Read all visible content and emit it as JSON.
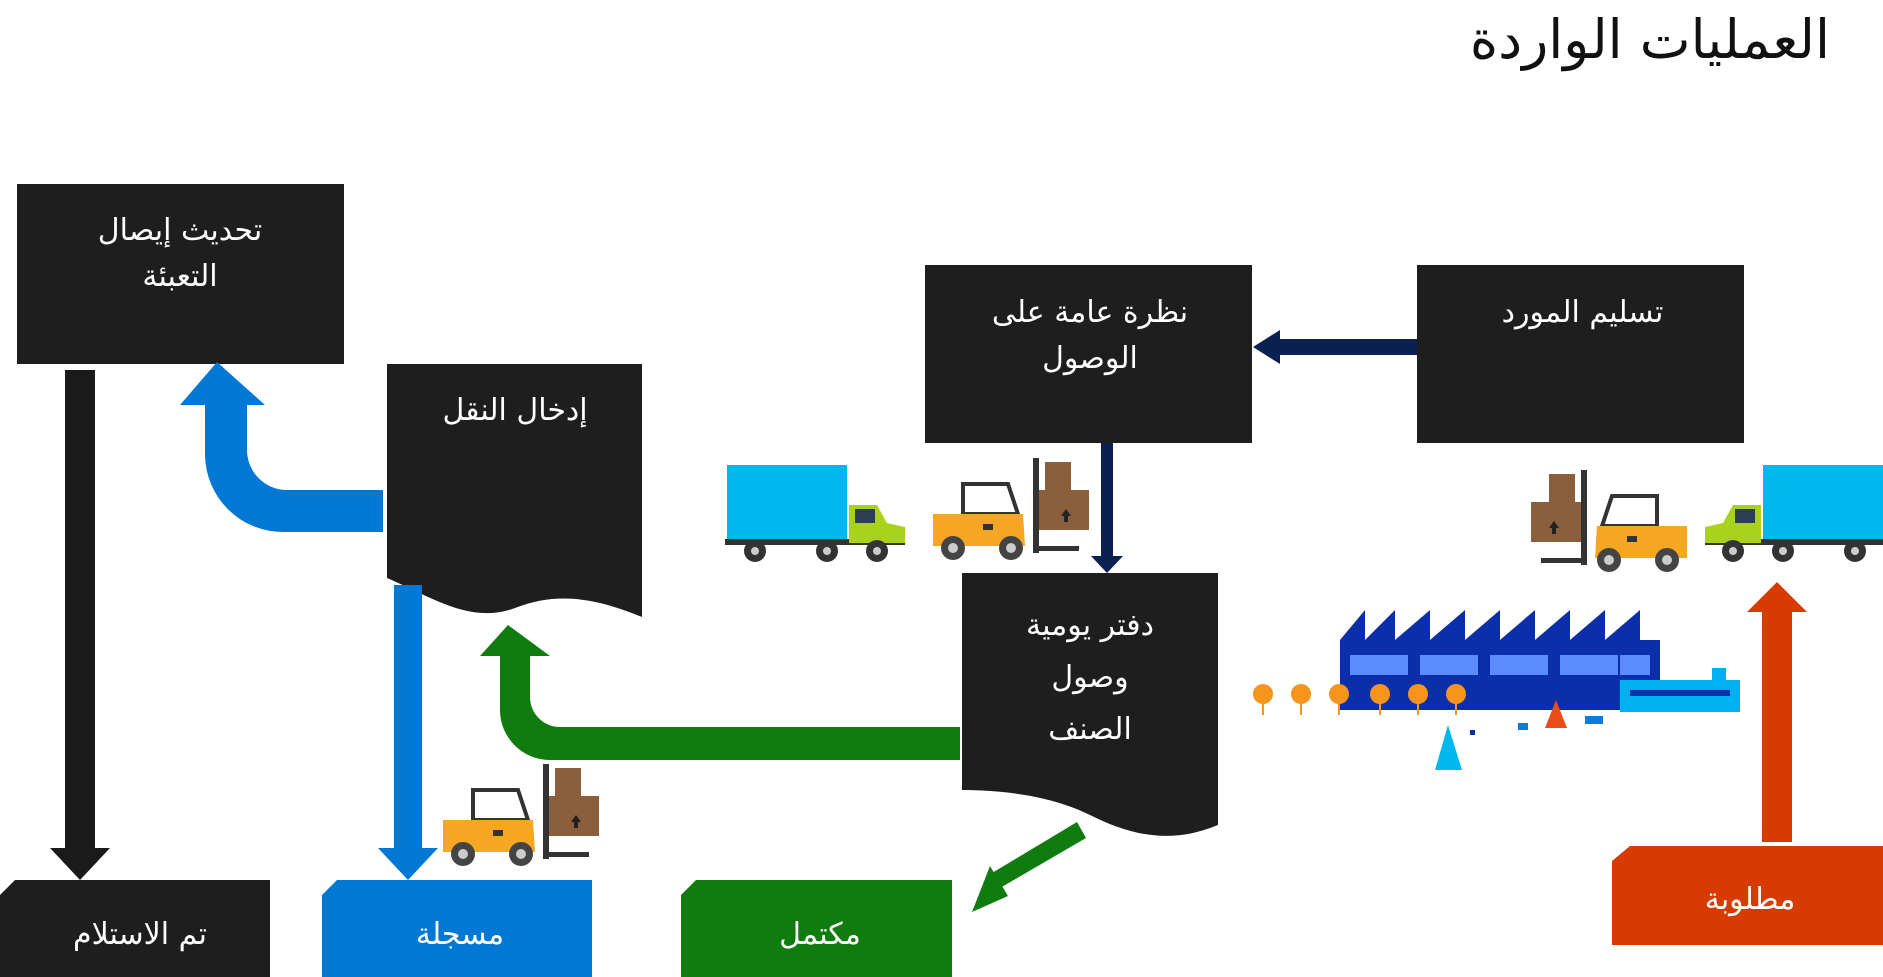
{
  "title": "العمليات الواردة",
  "boxes": {
    "update_packing_slip": "تحديث إيصال التعبئة",
    "transport_entry": "إدخال النقل",
    "arrival_overview": "نظرة عامة على الوصول",
    "vendor_delivery": "تسليم المورد",
    "item_arrival_journal": "دفتر يومية وصول الصنف"
  },
  "statuses": {
    "received": "تم الاستلام",
    "registered": "مسجلة",
    "completed": "مكتمل",
    "ordered": "مطلوبة"
  },
  "colors": {
    "box": "#1e1e1e",
    "blue": "#0078d4",
    "green": "#107c10",
    "orange": "#d83b01",
    "navy": "#0a2050",
    "black": "#1a1a1a",
    "truck_cargo": "#00b0f0",
    "truck_cab": "#a8d21c",
    "forklift": "#f5a623",
    "crate": "#8b5e3c",
    "factory": "#0b2fa8"
  },
  "icons": [
    "truck-icon",
    "forklift-icon",
    "factory-icon"
  ]
}
